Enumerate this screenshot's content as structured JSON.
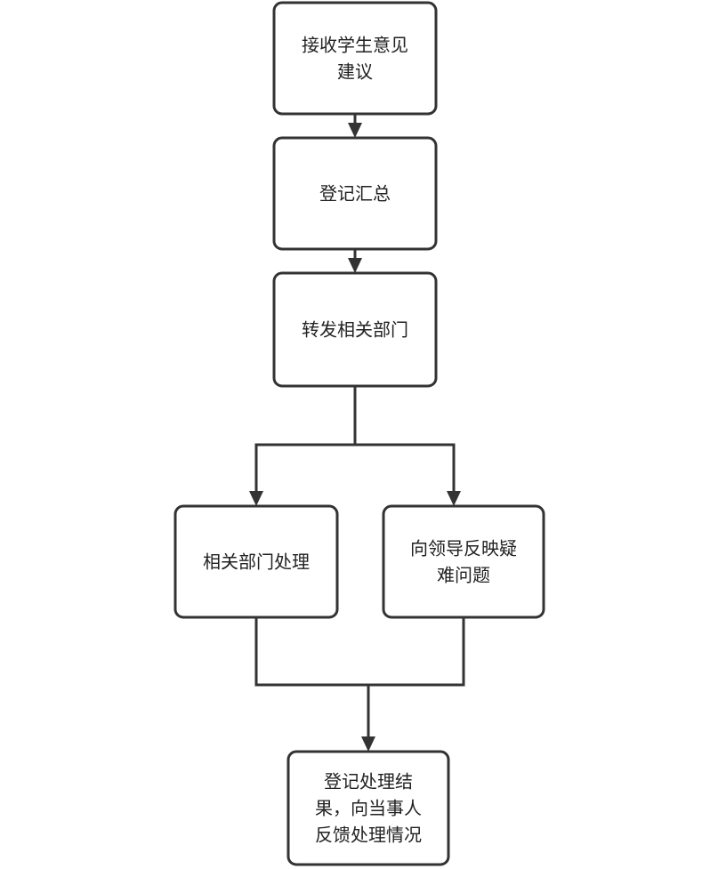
{
  "diagram": {
    "colors": {
      "stroke": "#333333",
      "text": "#222222",
      "background": "#ffffff"
    },
    "nodes": [
      {
        "id": "receive",
        "lines": [
          "接收学生意见",
          "建议"
        ]
      },
      {
        "id": "register",
        "lines": [
          "登记汇总"
        ]
      },
      {
        "id": "forward",
        "lines": [
          "转发相关部门"
        ]
      },
      {
        "id": "dept_handle",
        "lines": [
          "相关部门处理"
        ]
      },
      {
        "id": "report_leader",
        "lines": [
          "向领导反映疑",
          "难问题"
        ]
      },
      {
        "id": "record_feedback",
        "lines": [
          "登记处理结",
          "果，向当事人",
          "反馈处理情况"
        ]
      }
    ],
    "edges": [
      {
        "from": "receive",
        "to": "register"
      },
      {
        "from": "register",
        "to": "forward"
      },
      {
        "from": "forward",
        "to": "dept_handle"
      },
      {
        "from": "forward",
        "to": "report_leader"
      },
      {
        "from": "dept_handle",
        "to": "record_feedback"
      },
      {
        "from": "report_leader",
        "to": "record_feedback"
      }
    ]
  }
}
